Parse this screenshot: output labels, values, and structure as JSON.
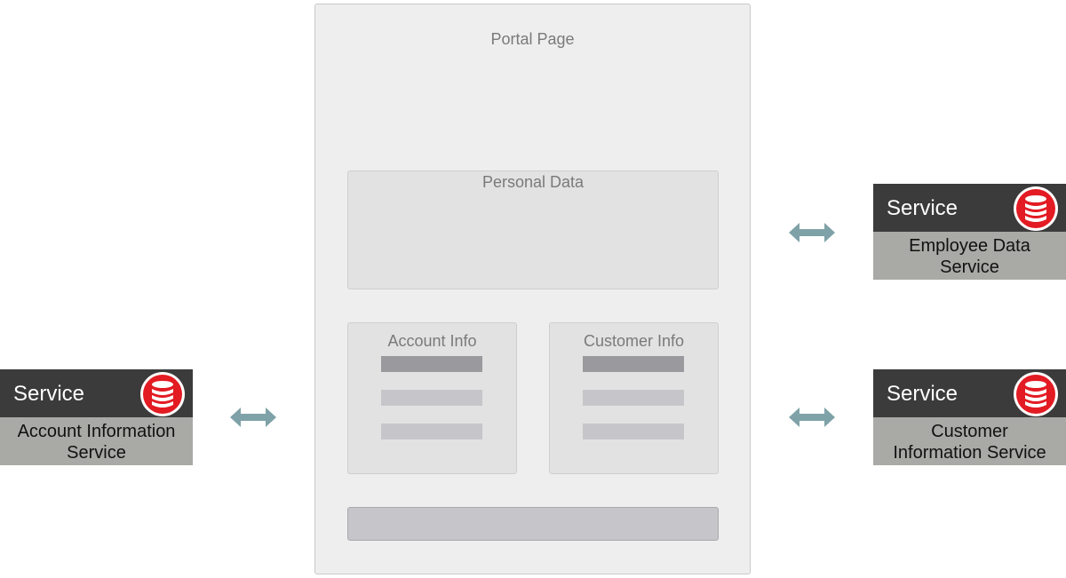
{
  "portal": {
    "title": "Portal Page",
    "panels": {
      "personal": {
        "title": "Personal Data"
      },
      "account": {
        "title": "Account Info"
      },
      "customer": {
        "title": "Customer Info"
      }
    }
  },
  "services": [
    {
      "id": "account",
      "label": "Service",
      "line1": "Account Information",
      "line2": "Service"
    },
    {
      "id": "employee",
      "label": "Service",
      "line1": "Employee Data",
      "line2": "Service"
    },
    {
      "id": "customer",
      "label": "Service",
      "line1": "Customer",
      "line2": "Information Service"
    }
  ],
  "icons": {
    "service": "database-icon",
    "connector": "double-arrow-icon"
  },
  "colors": {
    "service_head": "#3b3b3b",
    "service_body": "#a9a9a5",
    "db_red": "#e31b23",
    "arrow": "#7fa2a8"
  }
}
